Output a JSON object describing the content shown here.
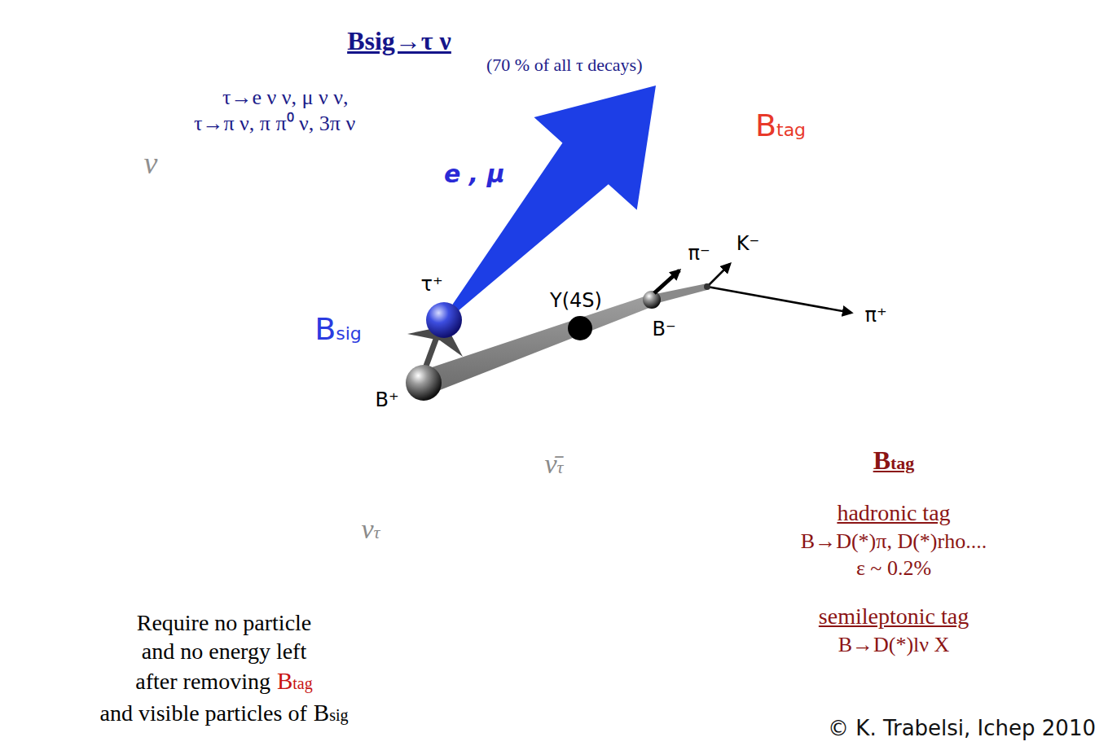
{
  "diagram": {
    "title": "Bsig→τ ν",
    "nodes": [
      {
        "text": [
          "Bsig"
        ]
      },
      {
        "text": [
          "ν"
        ]
      },
      {
        "text": [
          "ντ"
        ],
        "in": 0
      },
      {
        "text": [
          "ν̄τ"
        ],
        "in": 0
      },
      {
        "text": [
          "Btag"
        ]
      }
    ],
    "labels": [
      "(70 % of all τ decays)",
      "τ→e ν ν, μ ν ν,",
      "τ→π ν, π π⁰ ν, 3π ν",
      "e , μ",
      "τ⁺",
      "Y(4S)",
      "B⁻",
      "B⁺",
      "π⁻",
      "K⁻",
      "π⁺",
      "Require no particle",
      "and no energy left",
      "after removing",
      "Btag",
      "and visible particles of",
      "Bsig",
      "Btag",
      "hadronic tag",
      "B→D(*)π, D(*)rho....",
      "ε ~ 0.2%",
      "semileptonic tag",
      "B→D(*)lν X",
      "© K. Trabelsi, Ichep 2010"
    ]
  }
}
